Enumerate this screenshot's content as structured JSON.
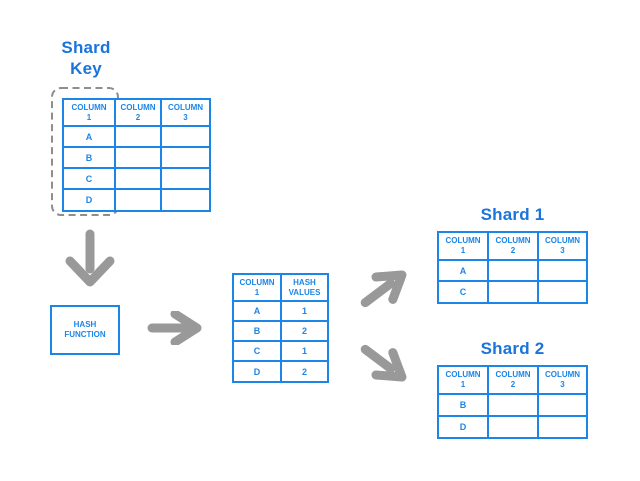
{
  "colors": {
    "table_blue": "#1b86e8",
    "title_blue": "#1a74dc",
    "arrow_gray": "#999999",
    "dash_gray": "#8e8e8e",
    "background": "#ffffff"
  },
  "shard_key": {
    "title": "Shard\nKey",
    "table": {
      "headers": [
        "COLUMN\n1",
        "COLUMN\n2",
        "COLUMN\n3"
      ],
      "rows": [
        [
          "A",
          "",
          ""
        ],
        [
          "B",
          "",
          ""
        ],
        [
          "C",
          "",
          ""
        ],
        [
          "D",
          "",
          ""
        ]
      ]
    }
  },
  "hash_function": {
    "label": "HASH\nFUNCTION"
  },
  "hash_table": {
    "headers": [
      "COLUMN\n1",
      "HASH\nVALUES"
    ],
    "rows": [
      [
        "A",
        "1"
      ],
      [
        "B",
        "2"
      ],
      [
        "C",
        "1"
      ],
      [
        "D",
        "2"
      ]
    ]
  },
  "shard1": {
    "title": "Shard 1",
    "table": {
      "headers": [
        "COLUMN\n1",
        "COLUMN\n2",
        "COLUMN\n3"
      ],
      "rows": [
        [
          "A",
          "",
          ""
        ],
        [
          "C",
          "",
          ""
        ]
      ]
    }
  },
  "shard2": {
    "title": "Shard 2",
    "table": {
      "headers": [
        "COLUMN\n1",
        "COLUMN\n2",
        "COLUMN\n3"
      ],
      "rows": [
        [
          "B",
          "",
          ""
        ],
        [
          "D",
          "",
          ""
        ]
      ]
    }
  },
  "icons": {
    "down_arrow": "arrow-down",
    "right_arrow": "arrow-right",
    "up_right_arrow": "arrow-up-right",
    "down_right_arrow": "arrow-down-right",
    "shard_key_highlight": "dashed-selection-rect"
  }
}
